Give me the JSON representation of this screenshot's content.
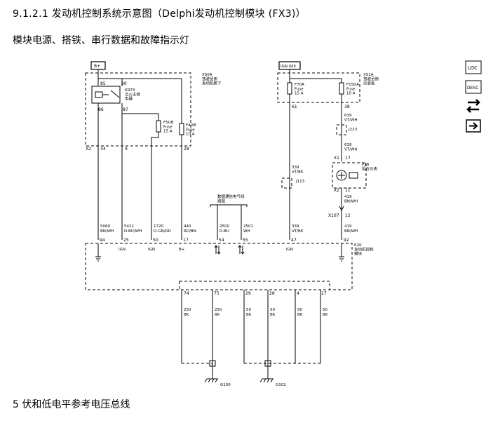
{
  "page": {
    "title": "9.1.2.1 发动机控制系统示意图（Delphi发动机控制模块 (FX3)）",
    "subtitle": "模块电源、搭铁、串行数据和故障指示灯",
    "footer": "5 伏和低电平参考电压总线"
  },
  "toolbar": {
    "loc": "LOC",
    "desc": "DESC"
  },
  "diagram": {
    "power_bplus": "B+",
    "power_ign": "IGN II/III",
    "x50a_label": "X50A\n驾驶员侧\n发动机舱下",
    "x51a_label": "X51A\n驾驶员侧\n仪表板",
    "kr73_label": "KR73\n点火主继\n电器",
    "relay_pins": [
      "85",
      "30",
      "86",
      "87"
    ],
    "f5ub": "F5UB\nFuse\n15 A",
    "f4ub": "F4UB\nFuse\n10 A",
    "f70a": "F70A\nFuse\n15 A",
    "f15da": "F15DA\nFuse\n10 A",
    "x2_left": "X2",
    "x2_pins": [
      "34",
      "9",
      "28"
    ],
    "pin_61": "61",
    "pin_38": "38",
    "w639_a": "639\nVT/WH",
    "j223": "J223",
    "w639_b": "639\nVT/WH",
    "x1": "X1",
    "pin_17": "17",
    "p16_label": "P16\n组合仪表",
    "x2b": "X2",
    "pin_11": "11",
    "w419_a": "419\nBN/WH",
    "x107": "X107",
    "pin_12": "12",
    "w339_a": "339\nVT/BK",
    "j113": "J113",
    "serial_label": "数据通信电气线\n路图",
    "wires_top": [
      {
        "circuit": "5069",
        "color": "BN/WH"
      },
      {
        "circuit": "5421",
        "color": "D-BU/WH"
      },
      {
        "circuit": "1720",
        "color": "D-GN/RD"
      },
      {
        "circuit": "440",
        "color": "RD/BN"
      },
      {
        "circuit": "2500",
        "color": "D-BU"
      },
      {
        "circuit": "2501",
        "color": "WH"
      },
      {
        "circuit": "339",
        "color": "VT/BK"
      },
      {
        "circuit": "419",
        "color": "BN/WH"
      }
    ],
    "k20_label": "K20\n发动机控制\n模块",
    "k20_pins": [
      "94",
      "25",
      "50",
      "17",
      "54",
      "55",
      "47",
      "92"
    ],
    "k20_pin_notes": [
      "",
      "IGN",
      "IGN",
      "B+",
      "",
      "",
      "IGN",
      ""
    ],
    "ground_pins": [
      "74",
      "75",
      "29",
      "28",
      "4",
      "27"
    ],
    "ground_wires": [
      {
        "circuit": "250",
        "color": "BK"
      },
      {
        "circuit": "250",
        "color": "BK"
      },
      {
        "circuit": "50",
        "color": "BK"
      },
      {
        "circuit": "50",
        "color": "BK"
      },
      {
        "circuit": "50",
        "color": "BK"
      },
      {
        "circuit": "50",
        "color": "BK"
      }
    ],
    "g100": "G100",
    "g102": "G102"
  }
}
